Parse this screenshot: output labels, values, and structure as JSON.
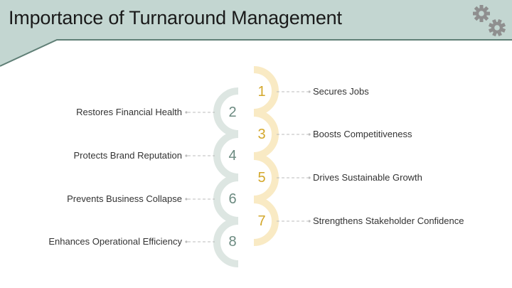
{
  "title": "Importance of Turnaround Management",
  "colors": {
    "header_band": "#c3d6d1",
    "header_rule": "#5f7f76",
    "gold_ring": "#f9eac4",
    "gold_text": "#d3a72b",
    "sage_ring": "#dde6e2",
    "sage_text": "#6b8a80",
    "connector": "#bcbcbc",
    "gear": "#8f8f8f"
  },
  "decor": {
    "gears": [
      "gear-icon",
      "gear-icon"
    ]
  },
  "steps": [
    {
      "number": "1",
      "label": "Secures Jobs"
    },
    {
      "number": "2",
      "label": "Restores Financial Health"
    },
    {
      "number": "3",
      "label": "Boosts Competitiveness"
    },
    {
      "number": "4",
      "label": "Protects Brand Reputation"
    },
    {
      "number": "5",
      "label": "Drives Sustainable Growth"
    },
    {
      "number": "6",
      "label": "Prevents Business Collapse"
    },
    {
      "number": "7",
      "label": "Strengthens Stakeholder Confidence"
    },
    {
      "number": "8",
      "label": "Enhances Operational Efficiency"
    }
  ]
}
